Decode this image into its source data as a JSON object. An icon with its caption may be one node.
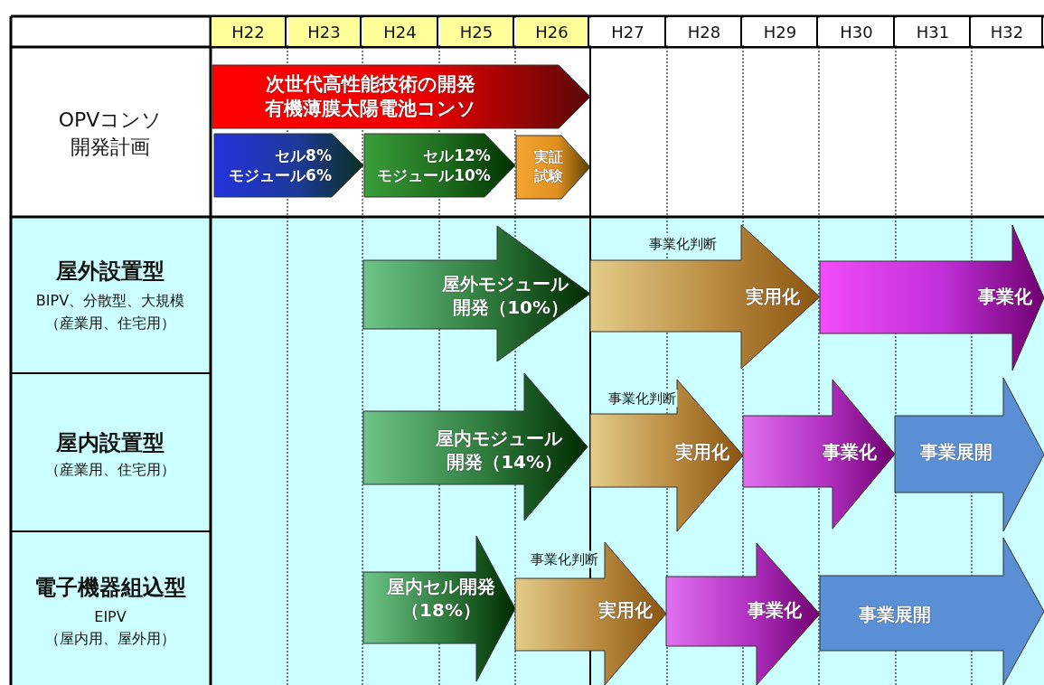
{
  "diagram": {
    "nodes": [
      {
        "text": [
          "次世代高性能技術の開発",
          "有機薄膜太陽電池コンソ"
        ]
      },
      {
        "text": [
          "セル8%",
          "モジュール6%"
        ]
      },
      {
        "text": [
          "セル12%",
          "モジュール10%"
        ]
      },
      {
        "text": [
          "実証試験"
        ]
      },
      {
        "text": [
          "屋外モジュール開発（10%）"
        ]
      },
      {
        "text": [
          "実用化"
        ],
        "beside": [
          "事業化判断"
        ]
      },
      {
        "text": [
          "事業化"
        ]
      },
      {
        "text": [
          "屋内モジュール開発（14%）"
        ]
      },
      {
        "text": [
          "実用化"
        ],
        "beside": [
          "事業化判断"
        ]
      },
      {
        "text": [
          "事業化"
        ]
      },
      {
        "text": [
          "事業展開"
        ]
      },
      {
        "text": [
          "屋内セル開発（18%）"
        ]
      },
      {
        "text": [
          "実用化"
        ],
        "beside": [
          "事業化判断"
        ]
      },
      {
        "text": [
          "事業化"
        ]
      },
      {
        "text": [
          "事業展開"
        ]
      }
    ],
    "labels": [
      "H22",
      "H23",
      "H24",
      "H25",
      "H26",
      "H27",
      "H28",
      "H29",
      "H30",
      "H31",
      "H32",
      "OPVコンソ開発計画",
      "屋外設置型",
      "BIPV、分散型、大規模",
      "（産業用、住宅用）",
      "屋内設置型",
      "（産業用、住宅用）",
      "電子機器組込型",
      "EIPV",
      "（屋内用、屋外用）"
    ]
  }
}
